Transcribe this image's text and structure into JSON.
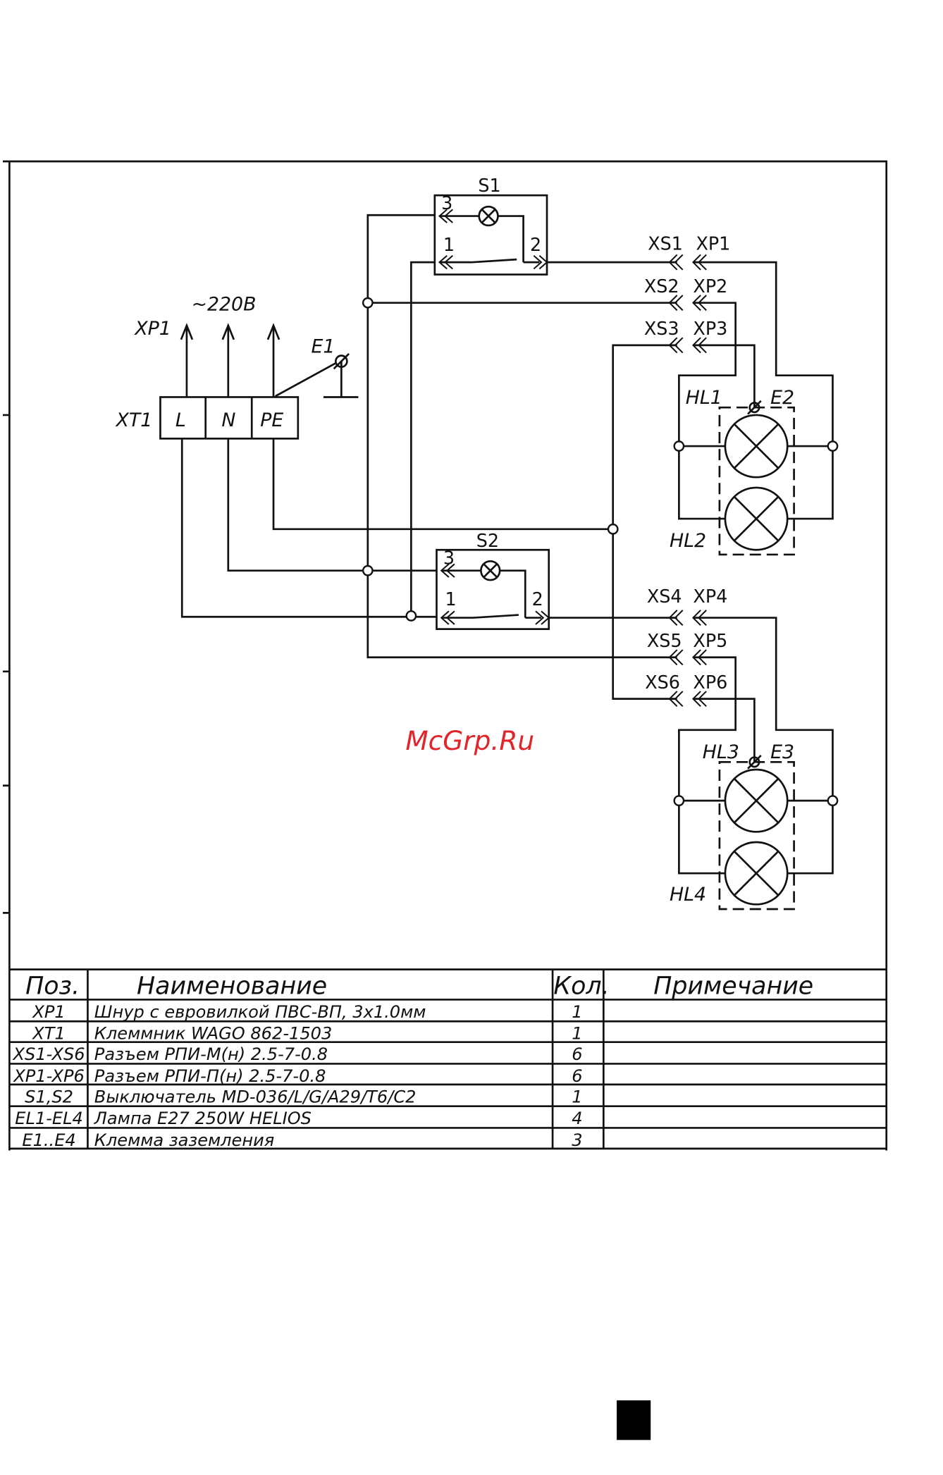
{
  "diagram": {
    "switches": {
      "s1": "S1",
      "s2": "S2",
      "term1": "1",
      "term2": "2",
      "term3": "3"
    },
    "terminal_block": {
      "label": "XT1",
      "cells": [
        "L",
        "N",
        "PE"
      ]
    },
    "supply": {
      "plug": "XP1",
      "voltage": "~220В",
      "ground": "E1"
    },
    "connectors": [
      {
        "xs": "XS1",
        "xp": "XP1"
      },
      {
        "xs": "XS2",
        "xp": "XP2"
      },
      {
        "xs": "XS3",
        "xp": "XP3"
      },
      {
        "xs": "XS4",
        "xp": "XP4"
      },
      {
        "xs": "XS5",
        "xp": "XP5"
      },
      {
        "xs": "XS6",
        "xp": "XP6"
      }
    ],
    "lamps": {
      "hl1": "HL1",
      "hl2": "HL2",
      "hl3": "HL3",
      "hl4": "HL4",
      "e2": "E2",
      "e3": "E3"
    },
    "watermark": "McGrp.Ru"
  },
  "table": {
    "headers": [
      "Поз.",
      "Наименование",
      "Кол.",
      "Примечание"
    ],
    "rows": [
      [
        "XP1",
        "Шнур с евровилкой ПВС-ВП, 3x1.0мм",
        "1",
        ""
      ],
      [
        "XT1",
        "Клеммник WAGO 862-1503",
        "1",
        ""
      ],
      [
        "XS1-XS6",
        "Разъем РПИ-М(н) 2.5-7-0.8",
        "6",
        ""
      ],
      [
        "XP1-XP6",
        "Разъем РПИ-П(н) 2.5-7-0.8",
        "6",
        ""
      ],
      [
        "S1,S2",
        "Выключатель MD-036/L/G/A29/T6/C2",
        "1",
        ""
      ],
      [
        "EL1-EL4",
        "Лампа E27 250W HELIOS",
        "4",
        ""
      ],
      [
        "E1..E4",
        "Клемма заземления",
        "3",
        ""
      ]
    ]
  }
}
